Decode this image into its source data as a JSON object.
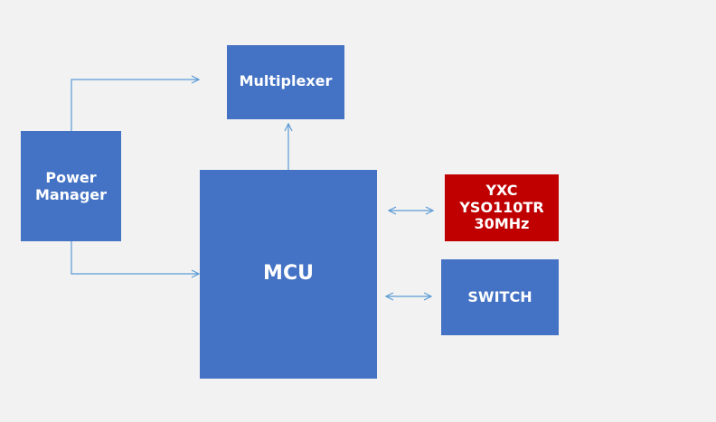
{
  "diagram": {
    "title": "MCU block diagram",
    "colors": {
      "background": "#f2f2f2",
      "block": "#4472c4",
      "highlight": "#c00000",
      "connector": "#5b9bd5",
      "text": "#ffffff"
    },
    "blocks": {
      "multiplexer": {
        "label": "Multiplexer"
      },
      "power_manager": {
        "lines": [
          "Power",
          "Manager"
        ]
      },
      "mcu": {
        "label": "MCU"
      },
      "oscillator": {
        "lines": [
          "YXC",
          "YSO110TR",
          "30MHz"
        ]
      },
      "switch": {
        "label": "SWITCH"
      }
    },
    "connections": [
      {
        "from": "power_manager",
        "to": "multiplexer",
        "type": "arrow"
      },
      {
        "from": "power_manager",
        "to": "mcu",
        "type": "arrow"
      },
      {
        "from": "mcu",
        "to": "multiplexer",
        "type": "arrow"
      },
      {
        "from": "mcu",
        "to": "oscillator",
        "type": "bidirectional"
      },
      {
        "from": "mcu",
        "to": "switch",
        "type": "bidirectional"
      }
    ]
  }
}
